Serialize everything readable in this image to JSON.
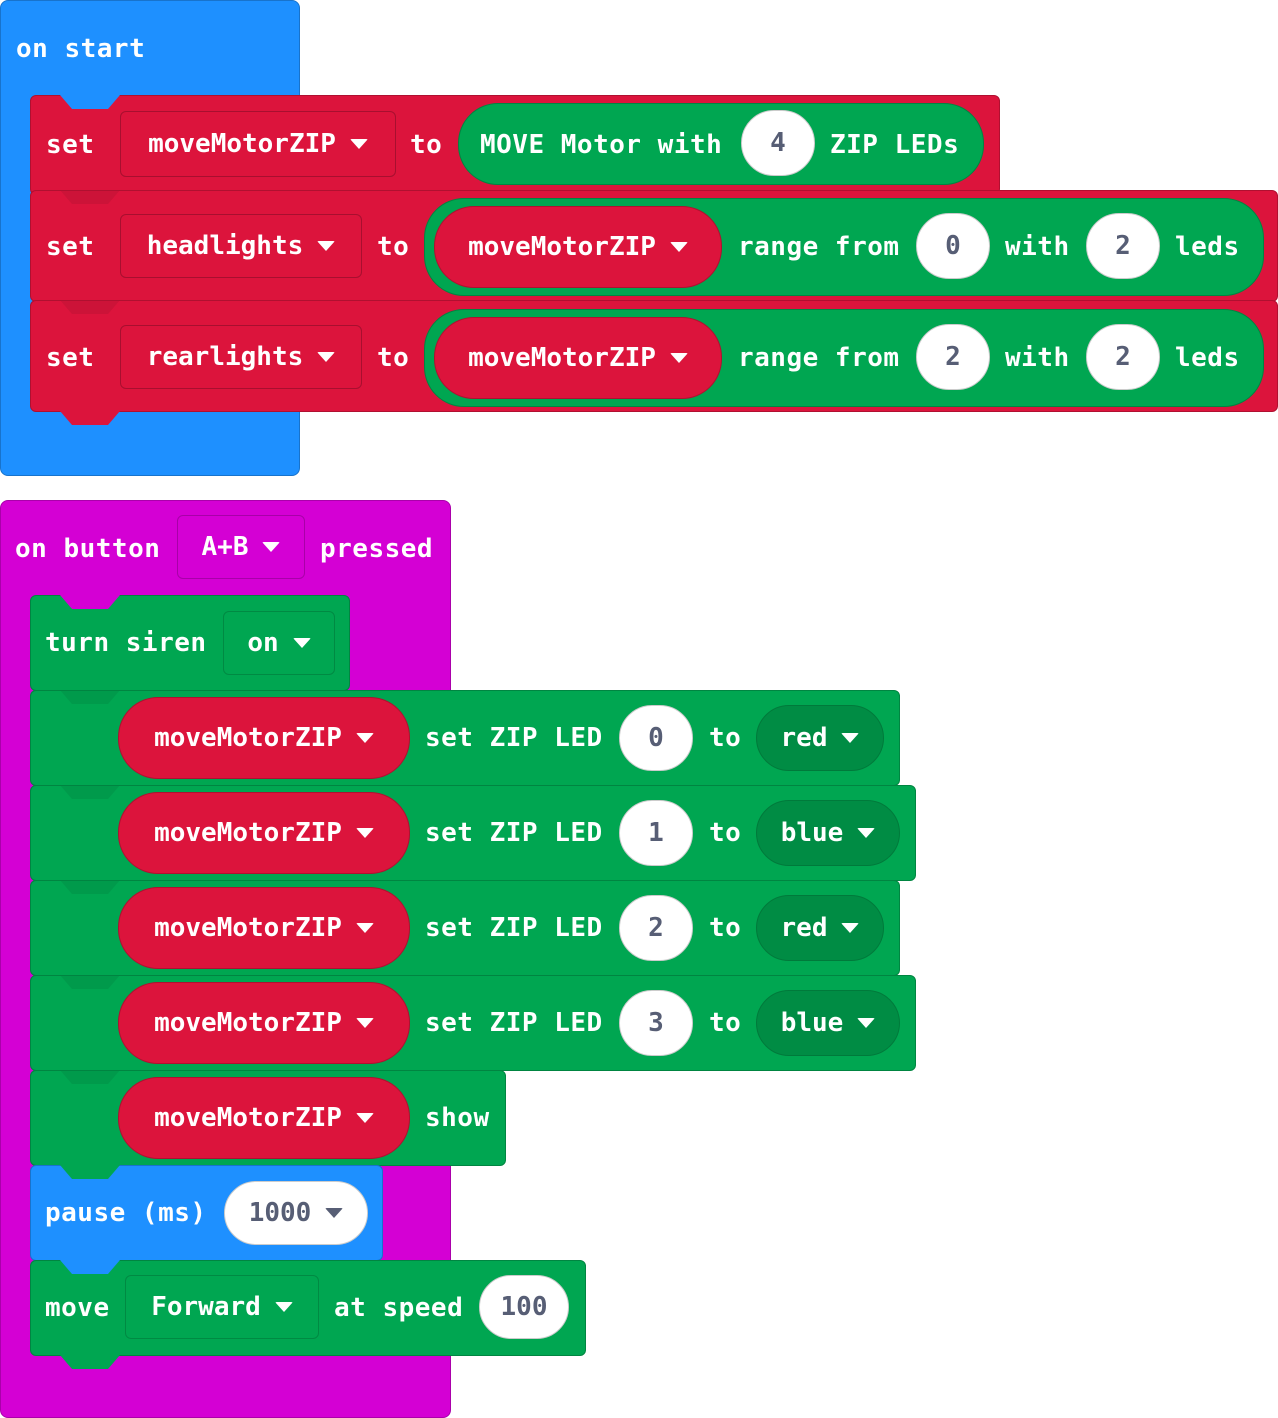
{
  "colors": {
    "events_basic": "#1e90ff",
    "variables": "#dc143c",
    "kitronik_green": "#00a651",
    "input": "#d400d4",
    "number_text": "#575e75"
  },
  "on_start": {
    "label": "on start",
    "set1": {
      "set": "set",
      "variable": "moveMotorZIP",
      "to": "to",
      "value": {
        "prefix": "MOVE Motor with",
        "count": "4",
        "suffix": "ZIP LEDs"
      }
    },
    "set2": {
      "set": "set",
      "variable": "headlights",
      "to": "to",
      "value": {
        "strip": "moveMotorZIP",
        "range_from": "range from",
        "from": "0",
        "with": "with",
        "count": "2",
        "leds": "leds"
      }
    },
    "set3": {
      "set": "set",
      "variable": "rearlights",
      "to": "to",
      "value": {
        "strip": "moveMotorZIP",
        "range_from": "range from",
        "from": "2",
        "with": "with",
        "count": "2",
        "leds": "leds"
      }
    }
  },
  "on_button": {
    "prefix": "on button",
    "button": "A+B",
    "suffix": "pressed",
    "siren": {
      "label": "turn siren",
      "state": "on"
    },
    "leds": [
      {
        "strip": "moveMotorZIP",
        "label": "set ZIP LED",
        "index": "0",
        "to": "to",
        "color": "red"
      },
      {
        "strip": "moveMotorZIP",
        "label": "set ZIP LED",
        "index": "1",
        "to": "to",
        "color": "blue"
      },
      {
        "strip": "moveMotorZIP",
        "label": "set ZIP LED",
        "index": "2",
        "to": "to",
        "color": "red"
      },
      {
        "strip": "moveMotorZIP",
        "label": "set ZIP LED",
        "index": "3",
        "to": "to",
        "color": "blue"
      }
    ],
    "show": {
      "strip": "moveMotorZIP",
      "label": "show"
    },
    "pause": {
      "label": "pause (ms)",
      "value": "1000"
    },
    "move": {
      "label": "move",
      "direction": "Forward",
      "at_speed": "at speed",
      "speed": "100"
    }
  }
}
